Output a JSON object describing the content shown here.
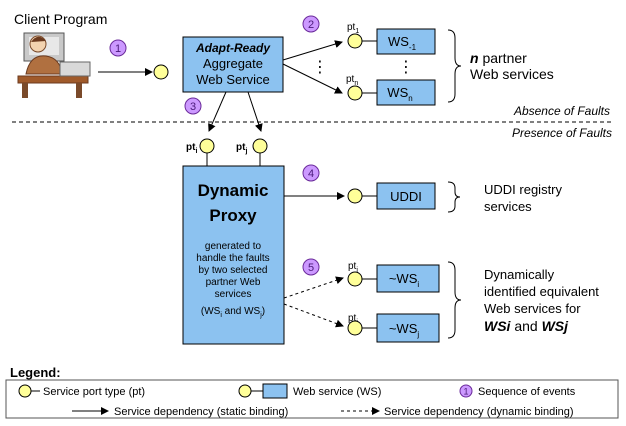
{
  "client": {
    "label": "Client Program"
  },
  "aggregate": {
    "line1": "Adapt-Ready",
    "line2": "Aggregate",
    "line3": "Web Service"
  },
  "proxy": {
    "title1": "Dynamic",
    "title2": "Proxy",
    "desc": [
      "generated to",
      "handle the faults",
      "by two selected",
      "partner Web",
      "services"
    ],
    "ws_pair_prefix": "(WS",
    "ws_pair_i": "i",
    "ws_pair_mid": " and WS",
    "ws_pair_j": "j",
    "ws_pair_suffix": ")"
  },
  "ports": {
    "pt": "pt",
    "sub_1": "1",
    "sub_n": "n",
    "sub_i": "i",
    "sub_j": "j"
  },
  "services": {
    "ws": "WS",
    "sub_1": "-1",
    "sub_n": "n",
    "uddi": "UDDI",
    "equiv": "~WS",
    "sub_i": "i",
    "sub_j": "j"
  },
  "dots": {
    "v": "⋮"
  },
  "events": [
    "1",
    "2",
    "3",
    "4",
    "5"
  ],
  "labels": {
    "partner_n": "n",
    "partner_rest": " partner",
    "partner_line2": "Web services",
    "absence": "Absence of Faults",
    "presence": "Presence of Faults",
    "uddi_line1": "UDDI registry",
    "uddi_line2": "services",
    "dyn_line1": "Dynamically",
    "dyn_line2": "identified equivalent",
    "dyn_line3": "Web services for",
    "dyn_wsi": "WSi",
    "dyn_and": " and ",
    "dyn_wsj": "WSj"
  },
  "legend": {
    "title": "Legend:",
    "port_type": "Service port type (pt)",
    "web_service": "Web service (WS)",
    "event_num": "1",
    "sequence": "Sequence of events",
    "static_dep": "Service dependency (static binding)",
    "dynamic_dep": "Service dependency (dynamic binding)"
  },
  "colors": {
    "box_fill": "#8cc2f0",
    "port_fill": "#ffff99",
    "event_fill": "#cc99ff",
    "stroke": "#000000"
  }
}
